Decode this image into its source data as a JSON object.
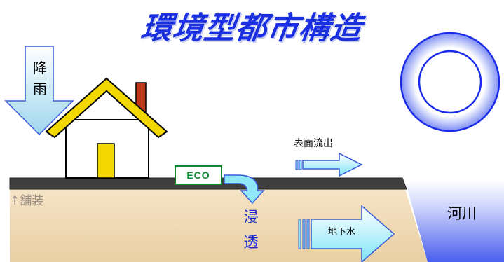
{
  "title": "環境型都市構造",
  "labels": {
    "rain": [
      "降",
      "雨"
    ],
    "surface_runoff": "表面流出",
    "paving": "↑舗装",
    "eco": "ECO",
    "infiltration": [
      "浸",
      "透"
    ],
    "groundwater": "地下水",
    "river": "河川"
  },
  "colors": {
    "title": "#1a2fe0",
    "arrow_fill": "#8fe7f7",
    "arrow_edge": "#3a5bd9",
    "ground": "#f2dcb8",
    "road": "#3f3f3f",
    "river": "#5a6ef0",
    "roof": "#f2d800",
    "door": "#f2d800",
    "chimney": "#c0361a",
    "eco_border": "#0d8a2e"
  },
  "icons": {
    "house": "house-icon",
    "chimney": "chimney-icon",
    "sun_ring": "ring-icon"
  }
}
